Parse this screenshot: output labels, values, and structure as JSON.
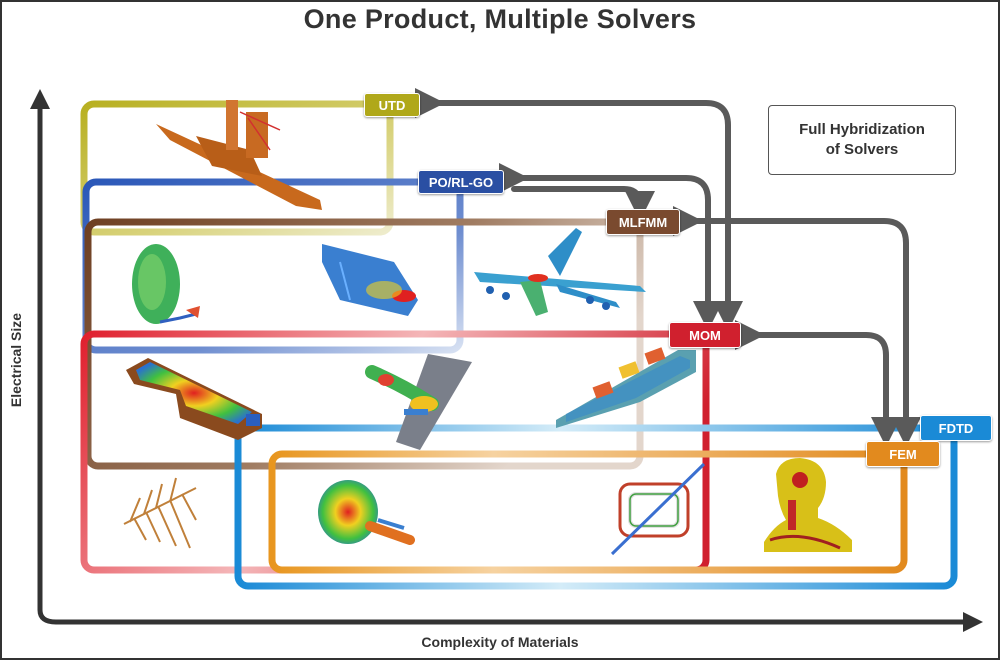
{
  "title": "One Product, Multiple Solvers",
  "note": "Full Hybridization\nof Solvers",
  "axes": {
    "y_label": "Electrical Size",
    "x_label": "Complexity of Materials"
  },
  "solvers": [
    {
      "id": "utd",
      "label": "UTD",
      "color": "#b0a81a"
    },
    {
      "id": "pog",
      "label": "PO/RL-GO",
      "color": "#2a4fa3"
    },
    {
      "id": "mlf",
      "label": "MLFMM",
      "color": "#7a4a2f"
    },
    {
      "id": "mom",
      "label": "MOM",
      "color": "#d0202e"
    },
    {
      "id": "fdtd",
      "label": "FDTD",
      "color": "#1a8ad6"
    },
    {
      "id": "fem",
      "label": "FEM",
      "color": "#e28a1e"
    }
  ],
  "illustrations": [
    "ship-icon",
    "reflector-antenna-icon",
    "waveguide-field-icon",
    "aircraft-icon",
    "cavity-pcb-icon",
    "patch-array-radiation-icon",
    "conformal-antenna-icon",
    "log-periodic-antenna-icon",
    "radiation-pattern-icon",
    "planar-coil-icon",
    "human-head-icon"
  ]
}
